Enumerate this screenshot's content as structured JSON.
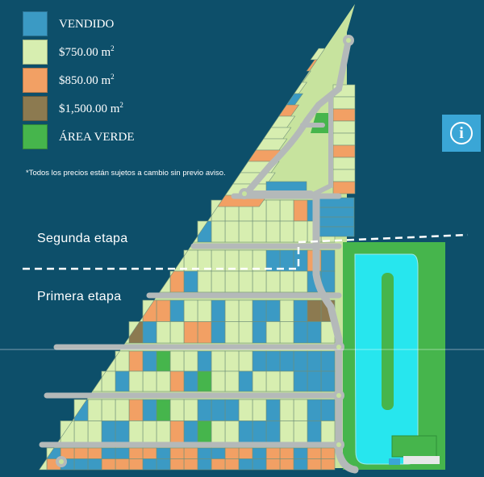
{
  "legend": [
    {
      "key": "vendido",
      "label": "VENDIDO",
      "unit": "",
      "color": "#3b9ac4"
    },
    {
      "key": "p750",
      "label": "$750.00 m",
      "unit": "2",
      "color": "#d7eeb0"
    },
    {
      "key": "p850",
      "label": "$850.00 m",
      "unit": "2",
      "color": "#f2a064"
    },
    {
      "key": "p1500",
      "label": "$1,500.00 m",
      "unit": "2",
      "color": "#8c7a50"
    },
    {
      "key": "verde",
      "label": "ÁREA VERDE",
      "unit": "",
      "color": "#46b54c"
    }
  ],
  "note": "*Todos los precios están sujetos a cambio sin previo aviso.",
  "stages": {
    "second": "Segunda etapa",
    "first": "Primera etapa"
  },
  "info_icon": "info-icon",
  "colors": {
    "background": "#0d4f6a",
    "sold": "#3b9ac4",
    "p750": "#d7eeb0",
    "p850": "#f2a064",
    "p1500": "#8c7a50",
    "green": "#46b54c",
    "lot_stroke": "#6f8f79",
    "road": "#b4b9b9",
    "lake": "#27e6ee",
    "land": "#c7e39e"
  }
}
